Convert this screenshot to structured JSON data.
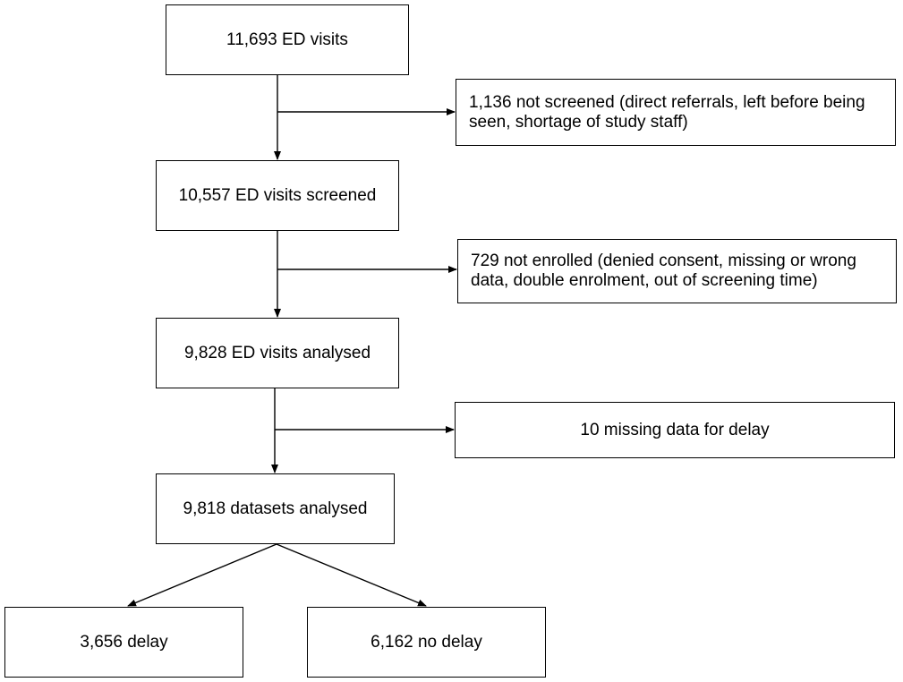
{
  "diagram": {
    "boxes": {
      "visits": "11,693 ED visits",
      "not_screened": "1,136 not screened (direct referrals, left before being seen, shortage of study staff)",
      "screened": "10,557 ED visits screened",
      "not_enrolled": "729 not enrolled (denied consent, missing or wrong data, double enrolment, out of screening time)",
      "analysed": "9,828 ED visits analysed",
      "missing": "10 missing data for delay",
      "datasets": "9,818 datasets analysed",
      "delay": "3,656 delay",
      "no_delay": "6,162 no delay"
    },
    "colors": {
      "stroke": "#000000",
      "background": "#ffffff"
    }
  }
}
